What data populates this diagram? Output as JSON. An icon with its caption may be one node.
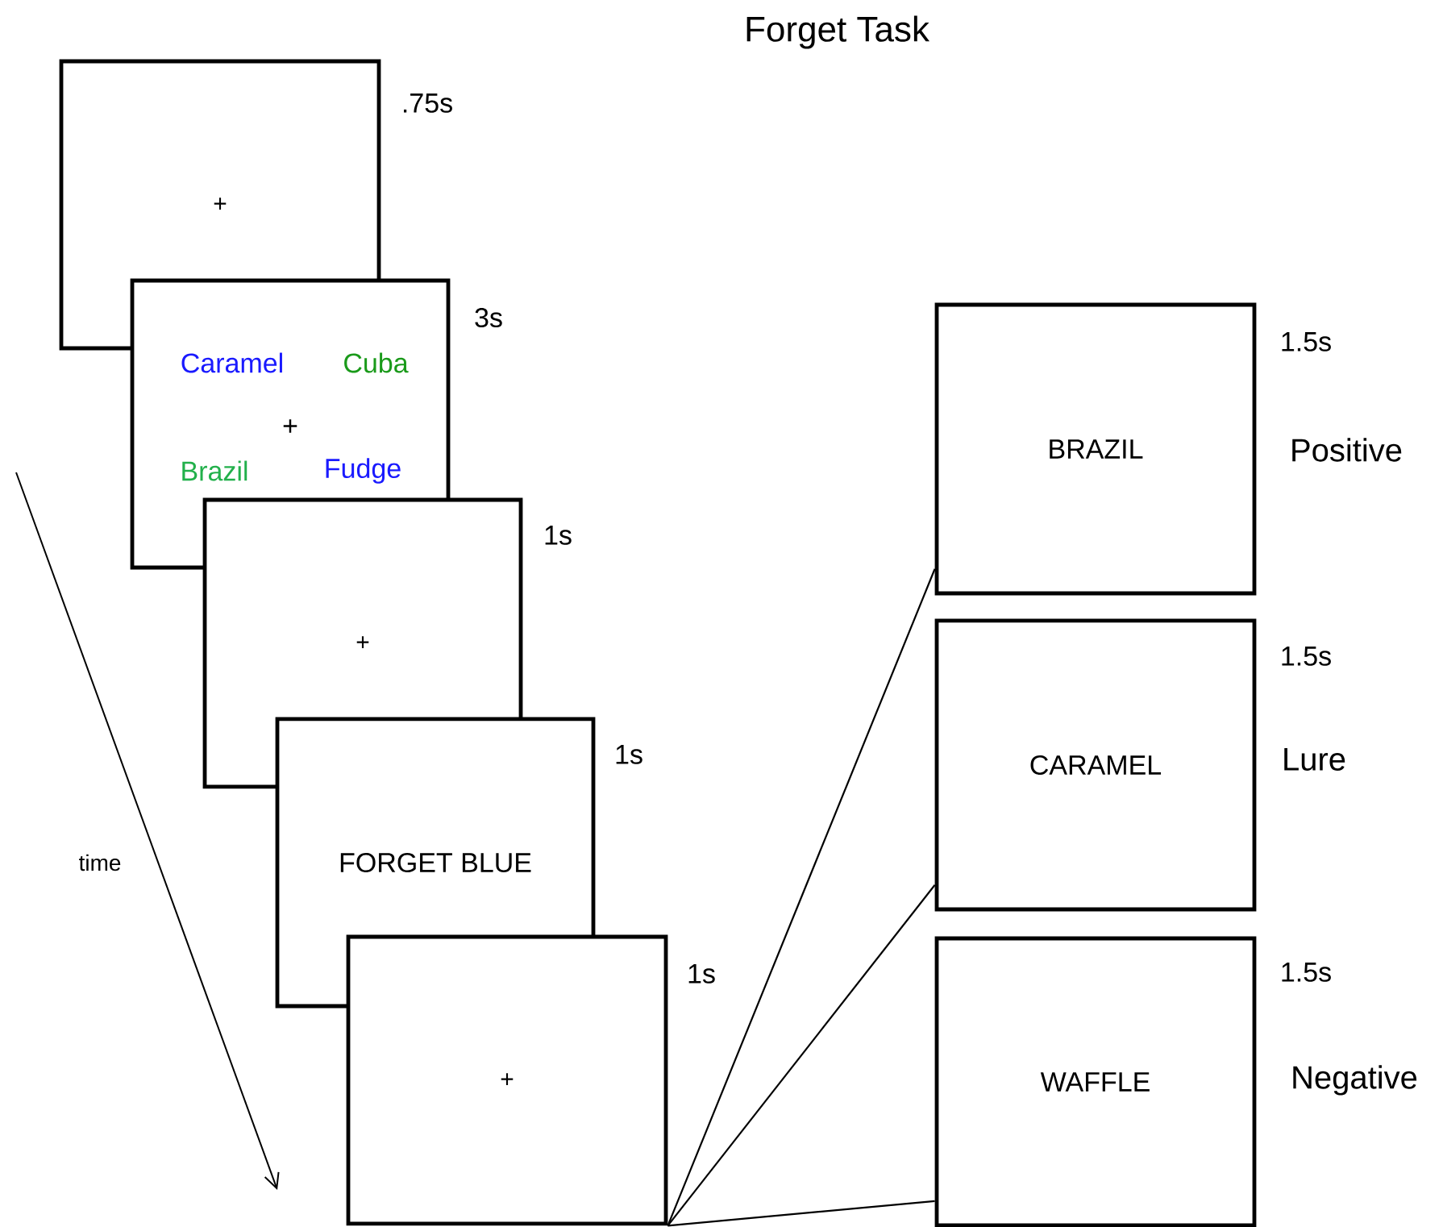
{
  "diagram": {
    "title": "Forget Task",
    "nodes": [
      {
        "text": [
          "+"
        ],
        "beside": [
          ".75s"
        ]
      },
      {
        "text": [
          "Caramel",
          "Cuba",
          "+",
          "Brazil",
          "Fudge"
        ],
        "beside": [
          "3s"
        ]
      },
      {
        "text": [
          "+"
        ],
        "beside": [
          "1s"
        ]
      },
      {
        "text": [
          "FORGET BLUE"
        ],
        "beside": [
          "1s"
        ]
      },
      {
        "text": [
          "+"
        ],
        "beside": [
          "1s"
        ]
      },
      {
        "text": [
          "BRAZIL"
        ],
        "beside": [
          "1.5s",
          "Positive"
        ]
      },
      {
        "text": [
          "CARAMEL"
        ],
        "beside": [
          "1.5s",
          "Lure"
        ]
      },
      {
        "text": [
          "WAFFLE"
        ],
        "beside": [
          "1.5s",
          "Negative"
        ]
      }
    ],
    "edges": [
      {
        "from": 4,
        "to": 5,
        "arrow": "none"
      },
      {
        "from": 4,
        "to": 6,
        "arrow": "none"
      },
      {
        "from": 4,
        "to": 7,
        "arrow": "none"
      }
    ],
    "labels": [
      "time"
    ]
  }
}
